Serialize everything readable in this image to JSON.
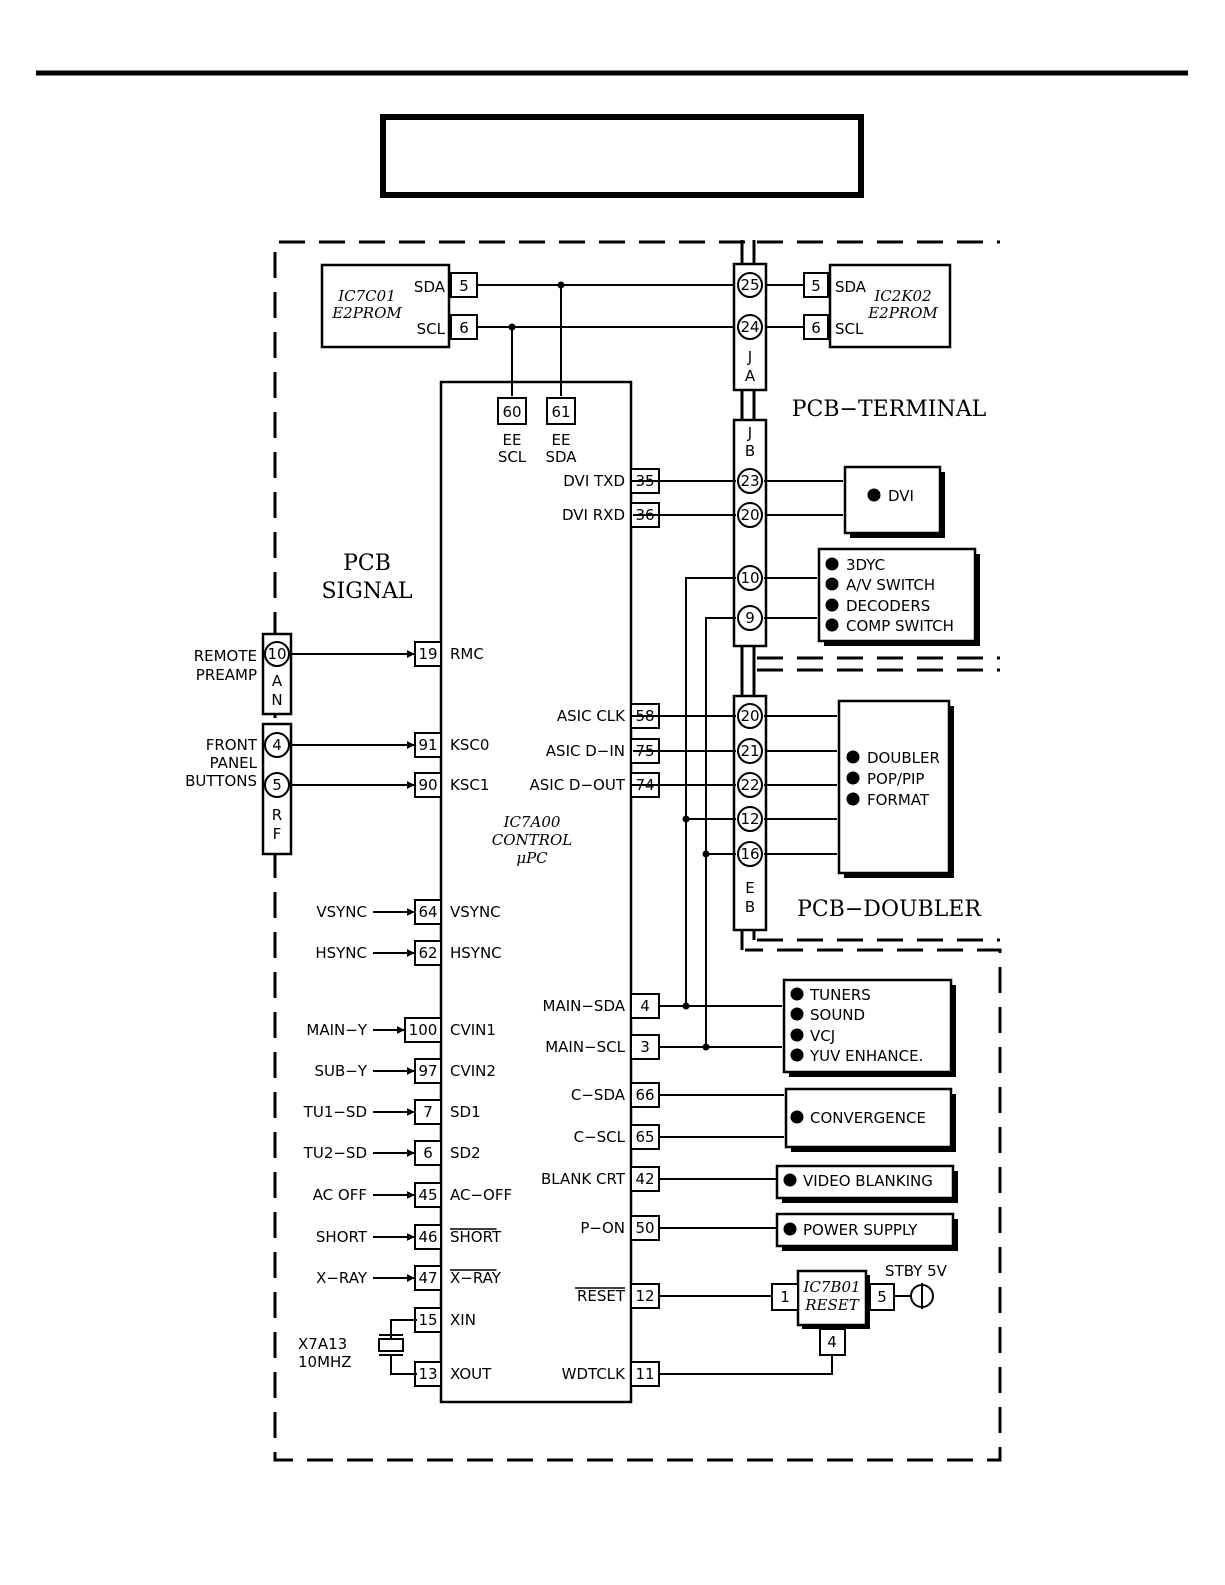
{
  "title_box": "",
  "pcb_labels": {
    "signal_line1": "PCB",
    "signal_line2": "SIGNAL",
    "terminal": "PCB−TERMINAL",
    "doubler": "PCB−DOUBLER"
  },
  "main_ic": {
    "name": "IC7A00",
    "line2": "CONTROL",
    "line3": "μPC"
  },
  "eeprom_left": {
    "name": "IC7C01",
    "type": "E2PROM",
    "sda_label": "SDA",
    "scl_label": "SCL",
    "sda_pin": "5",
    "scl_pin": "6"
  },
  "eeprom_right": {
    "name": "IC2K02",
    "type": "E2PROM",
    "sda_label": "SDA",
    "scl_label": "SCL",
    "sda_pin": "5",
    "scl_pin": "6"
  },
  "ee_pins": {
    "scl_pin": "60",
    "sda_pin": "61",
    "scl_l1": "EE",
    "scl_l2": "SCL",
    "sda_l1": "EE",
    "sda_l2": "SDA"
  },
  "connectors": {
    "ja": {
      "letters": [
        "J",
        "A"
      ],
      "pins": [
        "25",
        "24"
      ]
    },
    "jb": {
      "letters": [
        "J",
        "B"
      ],
      "pins": [
        "23",
        "20",
        "10",
        "9"
      ]
    },
    "eb": {
      "letters": [
        "E",
        "B"
      ],
      "pins": [
        "20",
        "21",
        "22",
        "12",
        "16"
      ]
    },
    "an": {
      "letters": [
        "A",
        "N"
      ],
      "pins": [
        "10"
      ]
    },
    "rf": {
      "letters": [
        "R",
        "F"
      ],
      "pins": [
        "4",
        "5"
      ]
    }
  },
  "left_ext": {
    "remote": [
      "REMOTE",
      "PREAMP"
    ],
    "front": [
      "FRONT",
      "PANEL",
      "BUTTONS"
    ]
  },
  "left_pins": [
    {
      "pin": "19",
      "label": "RMC"
    },
    {
      "pin": "91",
      "label": "KSC0"
    },
    {
      "pin": "90",
      "label": "KSC1"
    },
    {
      "ext": "VSYNC",
      "pin": "64",
      "label": "VSYNC"
    },
    {
      "ext": "HSYNC",
      "pin": "62",
      "label": "HSYNC"
    },
    {
      "ext": "MAIN−Y",
      "pin": "100",
      "label": "CVIN1"
    },
    {
      "ext": "SUB−Y",
      "pin": "97",
      "label": "CVIN2"
    },
    {
      "ext": "TU1−SD",
      "pin": "7",
      "label": "SD1"
    },
    {
      "ext": "TU2−SD",
      "pin": "6",
      "label": "SD2"
    },
    {
      "ext": "AC  OFF",
      "pin": "45",
      "label": "AC−OFF"
    },
    {
      "ext": "SHORT",
      "pin": "46",
      "label": "SHORT"
    },
    {
      "ext": "X−RAY",
      "pin": "47",
      "label": "X−RAY"
    },
    {
      "pin": "15",
      "label": "XIN"
    },
    {
      "pin": "13",
      "label": "XOUT"
    }
  ],
  "crystal": [
    "X7A13",
    "10MHZ"
  ],
  "right_pins": [
    {
      "pin": "35",
      "label": "DVI  TXD"
    },
    {
      "pin": "36",
      "label": "DVI  RXD"
    },
    {
      "pin": "58",
      "label": "ASIC  CLK"
    },
    {
      "pin": "75",
      "label": "ASIC  D−IN"
    },
    {
      "pin": "74",
      "label": "ASIC  D−OUT"
    },
    {
      "pin": "4",
      "label": "MAIN−SDA"
    },
    {
      "pin": "3",
      "label": "MAIN−SCL"
    },
    {
      "pin": "66",
      "label": "C−SDA"
    },
    {
      "pin": "65",
      "label": "C−SCL"
    },
    {
      "pin": "42",
      "label": "BLANK  CRT"
    },
    {
      "pin": "50",
      "label": "P−ON"
    },
    {
      "pin": "12",
      "label": "RESET"
    },
    {
      "pin": "11",
      "label": "WDTCLK"
    }
  ],
  "blocks": {
    "dvi": [
      "DVI"
    ],
    "av": [
      "3DYC",
      "A/V  SWITCH",
      "DECODERS",
      "COMP  SWITCH"
    ],
    "doubler": [
      "DOUBLER",
      "POP/PIP",
      "FORMAT"
    ],
    "tuners": [
      "TUNERS",
      "SOUND",
      "VCJ",
      "YUV  ENHANCE."
    ],
    "convergence": [
      "CONVERGENCE"
    ],
    "blanking": [
      "VIDEO  BLANKING"
    ],
    "power": [
      "POWER  SUPPLY"
    ]
  },
  "reset_ic": {
    "name": "IC7B01",
    "type": "RESET",
    "pin_in": "1",
    "pin_out": "5",
    "pin_wd": "4",
    "supply": "STBY  5V"
  }
}
